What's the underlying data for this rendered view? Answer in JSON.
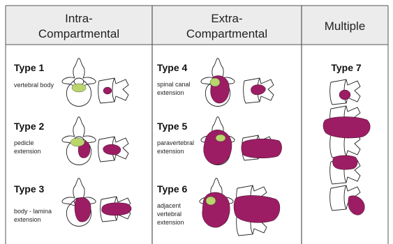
{
  "columns": [
    {
      "header_line1": "Intra-",
      "header_line2": "Compartmental",
      "types": [
        {
          "title": "Type 1",
          "desc": [
            "vertebral body"
          ]
        },
        {
          "title": "Type 2",
          "desc": [
            "pedicle",
            "extension"
          ]
        },
        {
          "title": "Type 3",
          "desc": [
            "body - lamina",
            "extension"
          ]
        }
      ]
    },
    {
      "header_line1": "Extra-",
      "header_line2": "Compartmental",
      "types": [
        {
          "title": "Type 4",
          "desc": [
            "spinal canal",
            "extension"
          ]
        },
        {
          "title": "Type 5",
          "desc": [
            "paravertebral",
            "extension"
          ]
        },
        {
          "title": "Type 6",
          "desc": [
            "adjacent",
            "vertebral",
            "extension"
          ]
        }
      ]
    },
    {
      "header_line1": "Multiple",
      "types": [
        {
          "title": "Type 7"
        }
      ]
    }
  ],
  "colors": {
    "lesion": "#9c1d63",
    "green": "#b9d66a",
    "header_bg": "#ececec",
    "grid": "#555555"
  }
}
